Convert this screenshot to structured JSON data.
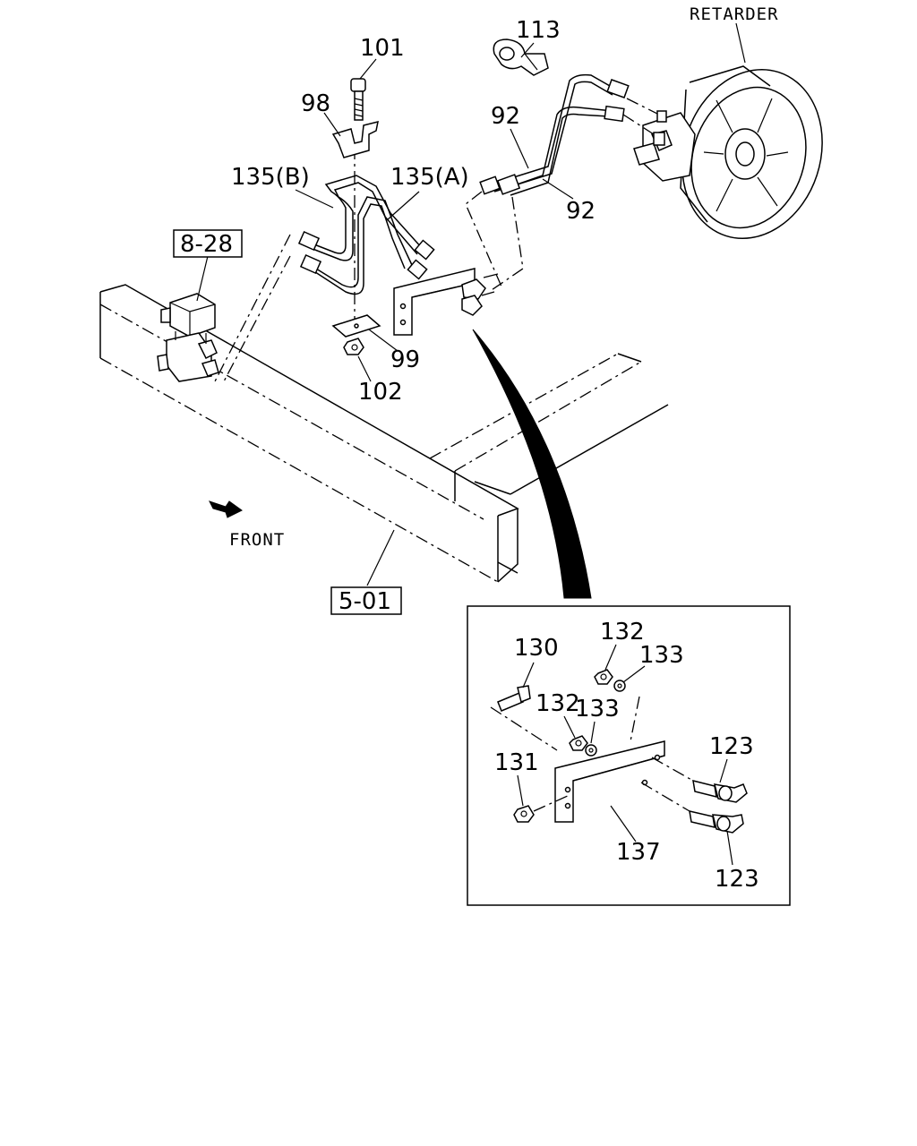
{
  "labels": {
    "p101": "101",
    "p113": "113",
    "retarder": "RETARDER",
    "p98": "98",
    "p92a": "92",
    "p92b": "92",
    "p135b": "135(B)",
    "p135a": "135(A)",
    "ref_8_28": "8-28",
    "p99": "99",
    "p102": "102",
    "front": "FRONT",
    "ref_5_01": "5-01",
    "d130": "130",
    "d132a": "132",
    "d133a": "133",
    "d132b": "132",
    "d133b": "133",
    "d131": "131",
    "d123a": "123",
    "d137": "137",
    "d123b": "123"
  }
}
